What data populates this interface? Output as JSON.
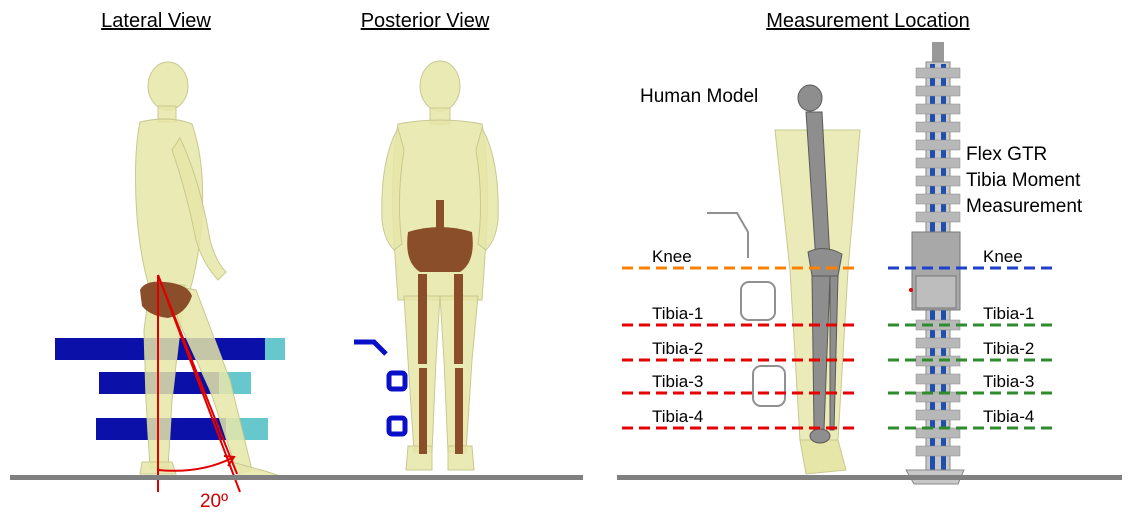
{
  "titles": {
    "lateral": "Lateral View",
    "posterior": "Posterior View",
    "measurement": "Measurement Location"
  },
  "lateral": {
    "angle_label": "20º"
  },
  "measurement": {
    "human_model_label": "Human Model",
    "flex_label_lines": [
      "Flex GTR",
      "Tibia Moment",
      "Measurement"
    ],
    "left_levels": [
      "Knee",
      "Tibia-1",
      "Tibia-2",
      "Tibia-3",
      "Tibia-4"
    ],
    "right_levels": [
      "Knee",
      "Tibia-1",
      "Tibia-2",
      "Tibia-3",
      "Tibia-4"
    ]
  },
  "colors": {
    "body_fill": "#e6e6a8",
    "bone": "#8a4e2a",
    "knee_left_line": "#ff8000",
    "tibia_left_line": "#e60000",
    "knee_right_line": "#1f3fcc",
    "tibia_right_line": "#2e8b2e",
    "impactor_blue": "#0a10a8",
    "impactor_cyan": "#66c8cc",
    "ground": "#808080",
    "angle_red": "#e00000"
  }
}
